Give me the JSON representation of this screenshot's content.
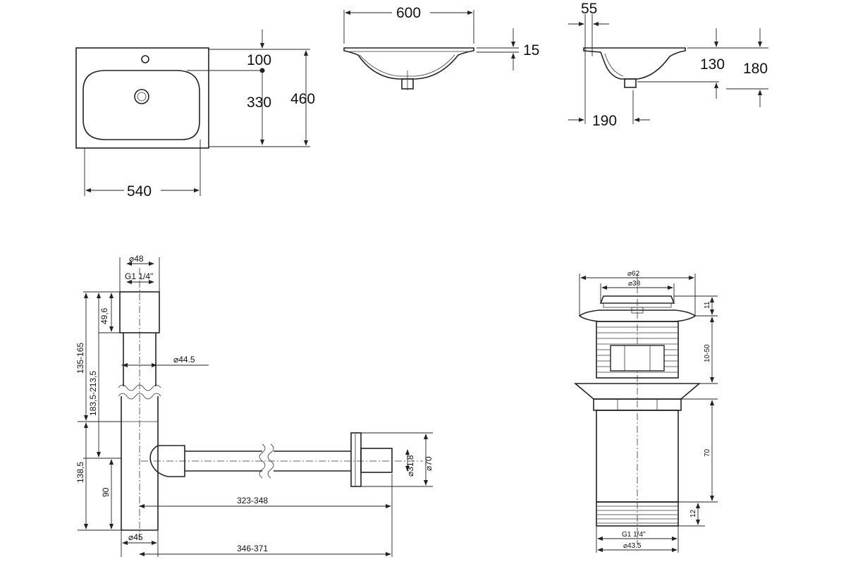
{
  "basin": {
    "top_view": {
      "d_100": "100",
      "d_330": "330",
      "d_460": "460",
      "d_540": "540"
    },
    "front_view": {
      "d_600": "600",
      "d_15": "15"
    },
    "side_view": {
      "d_55": "55",
      "d_130": "130",
      "d_180": "180",
      "d_190": "190"
    }
  },
  "siphon": {
    "d_48": "⌀48",
    "thread": "G1 1/4\"",
    "d_49_6": "49,6",
    "d_135_165": "135-165",
    "d_183_213": "183,5-213,5",
    "d_44_5": "⌀44.5",
    "d_138_5": "138,5",
    "d_90": "90",
    "d_323_348": "323-348",
    "d_31_8": "⌀31,8",
    "d_70": "⌀70",
    "d_45": "⌀45",
    "d_346_371": "346-371"
  },
  "drain": {
    "d_62": "⌀62",
    "d_38": "⌀38",
    "d_11": "11",
    "d_10_50": "10-50",
    "d_70": "70",
    "d_12": "12",
    "thread": "G1 1/4\"",
    "d_43_5": "⌀43.5"
  }
}
